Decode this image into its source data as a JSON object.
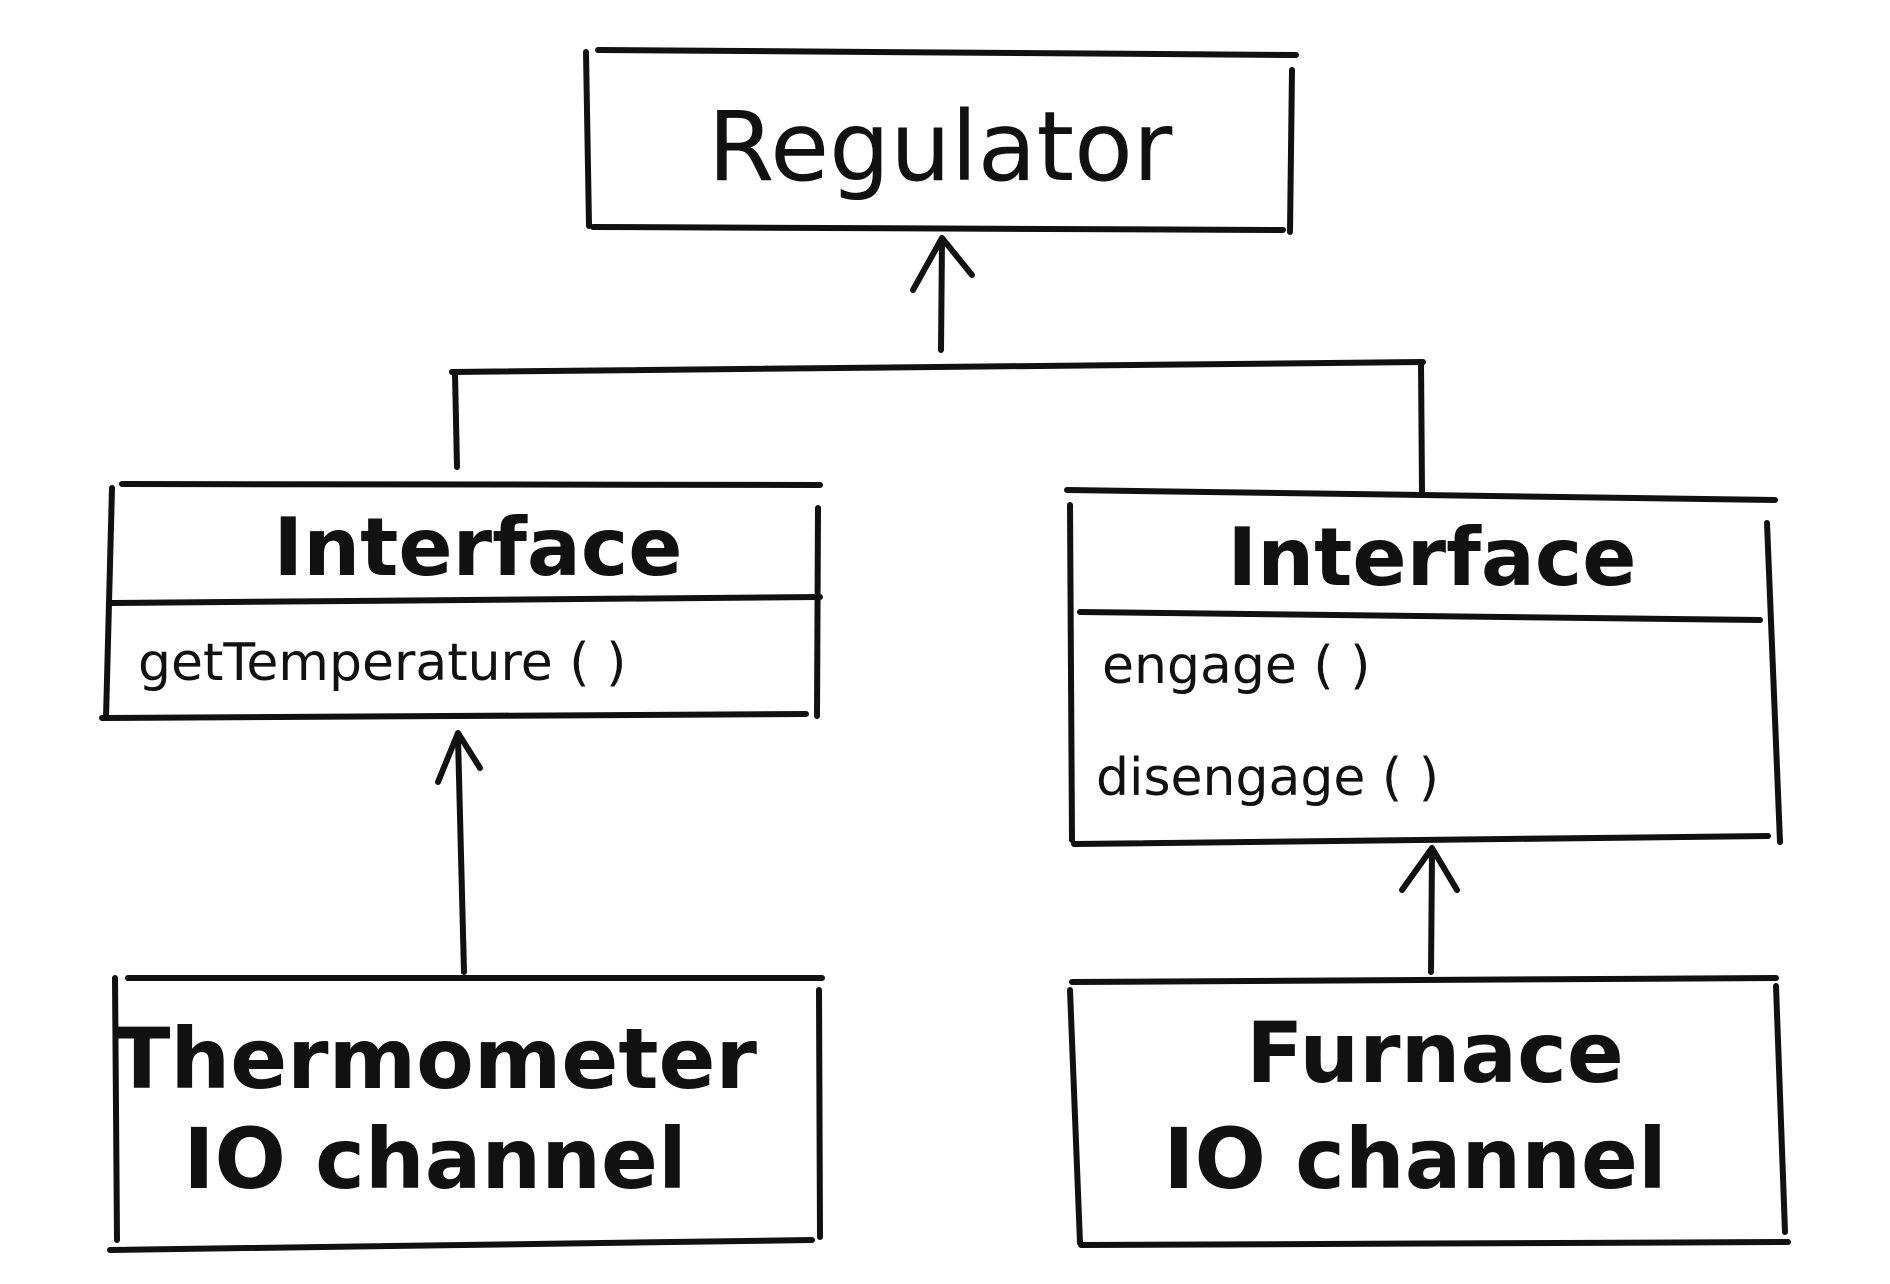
{
  "regulator": {
    "title": "Regulator"
  },
  "left_interface": {
    "header": "Interface",
    "methods": [
      "getTemperature ( )"
    ]
  },
  "right_interface": {
    "header": "Interface",
    "methods": [
      "engage ( )",
      "disengage ( )"
    ]
  },
  "thermometer": {
    "line1": "Thermometer",
    "line2": "IO channel"
  },
  "furnace": {
    "line1": "Furnace",
    "line2": "IO channel"
  }
}
